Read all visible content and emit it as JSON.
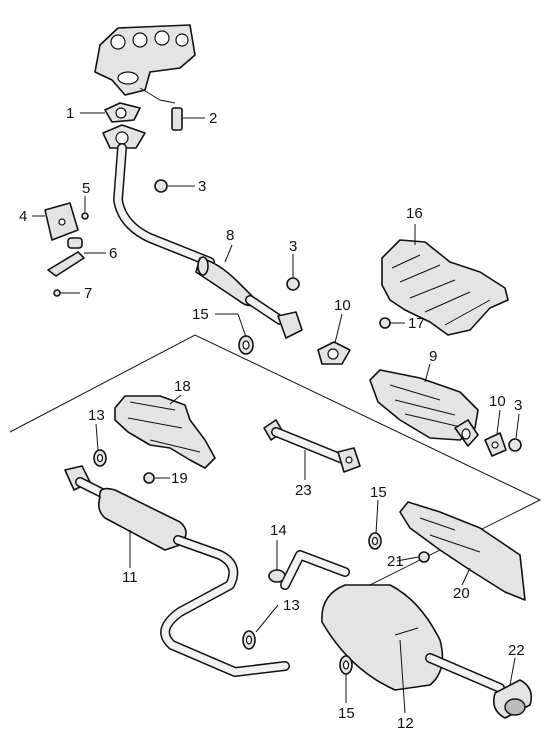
{
  "callouts": {
    "c1": "1",
    "c2": "2",
    "c3a": "3",
    "c3b": "3",
    "c3c": "3",
    "c4": "4",
    "c5": "5",
    "c6": "6",
    "c7": "7",
    "c8": "8",
    "c9": "9",
    "c10a": "10",
    "c10b": "10",
    "c11": "11",
    "c12": "12",
    "c13a": "13",
    "c13b": "13",
    "c14": "14",
    "c15a": "15",
    "c15b": "15",
    "c15c": "15",
    "c16": "16",
    "c17": "17",
    "c18": "18",
    "c19": "19",
    "c20": "20",
    "c21": "21",
    "c22": "22",
    "c23": "23"
  }
}
